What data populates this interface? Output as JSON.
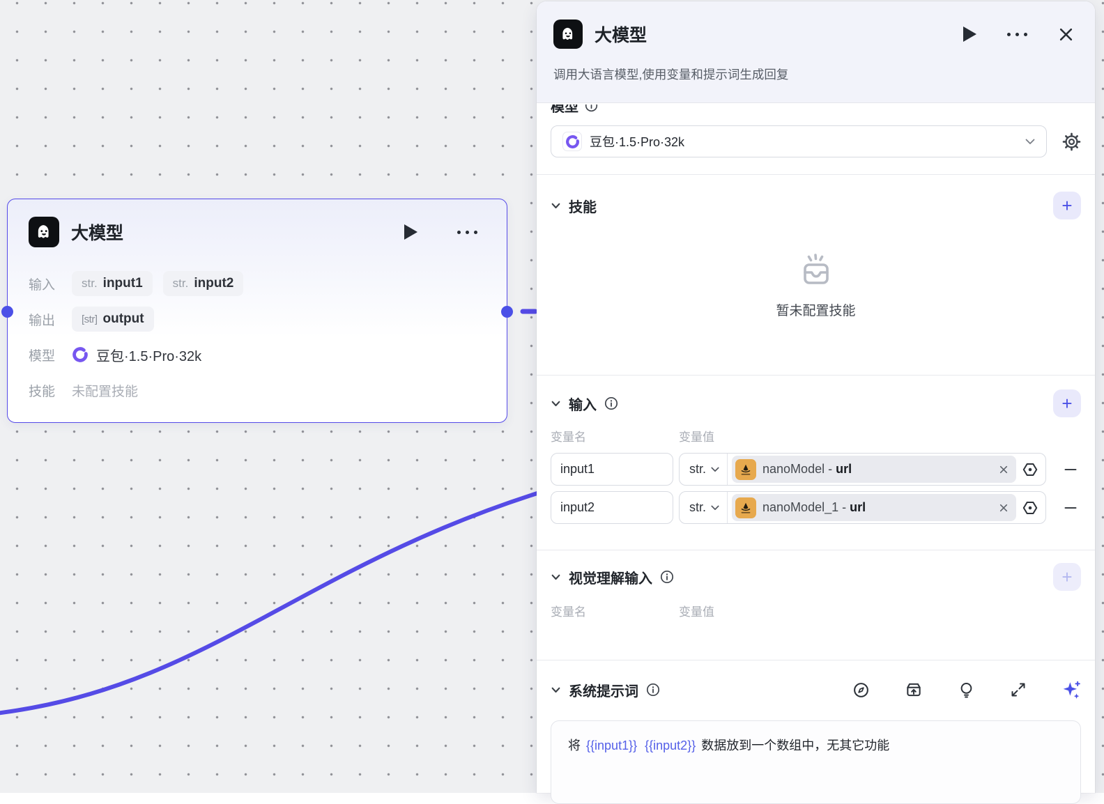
{
  "accent": "#4b51e6",
  "canvas": {
    "node": {
      "title": "大模型",
      "input_label": "输入",
      "output_label": "输出",
      "model_label": "模型",
      "skill_label": "技能",
      "input_tags": [
        {
          "type": "str.",
          "name": "input1"
        },
        {
          "type": "str.",
          "name": "input2"
        }
      ],
      "output_tag": {
        "type": "[str]",
        "name": "output"
      },
      "model_value": "豆包·1.5·Pro·32k",
      "skill_value": "未配置技能"
    }
  },
  "panel": {
    "title": "大模型",
    "subtitle": "调用大语言模型,使用变量和提示词生成回复",
    "model": {
      "label": "模型",
      "selected": "豆包·1.5·Pro·32k"
    },
    "skill": {
      "title": "技能",
      "add_label": "+",
      "empty_text": "暂未配置技能"
    },
    "inputs": {
      "title": "输入",
      "add_label": "+",
      "remove_label": "−",
      "col_name": "变量名",
      "col_value": "变量值",
      "rows": [
        {
          "name": "input1",
          "type": "str.",
          "ref_prefix": "nanoModel - ",
          "ref_field": "url"
        },
        {
          "name": "input2",
          "type": "str.",
          "ref_prefix": "nanoModel_1 - ",
          "ref_field": "url"
        }
      ]
    },
    "vision": {
      "title": "视觉理解输入",
      "add_label": "+",
      "col_name": "变量名",
      "col_value": "变量值"
    },
    "prompt": {
      "title": "系统提示词",
      "segments": {
        "prefix": "将",
        "var1": "{{input1}}",
        "var2": "{{input2}}",
        "suffix": "数据放到一个数组中，无其它功能"
      }
    }
  }
}
